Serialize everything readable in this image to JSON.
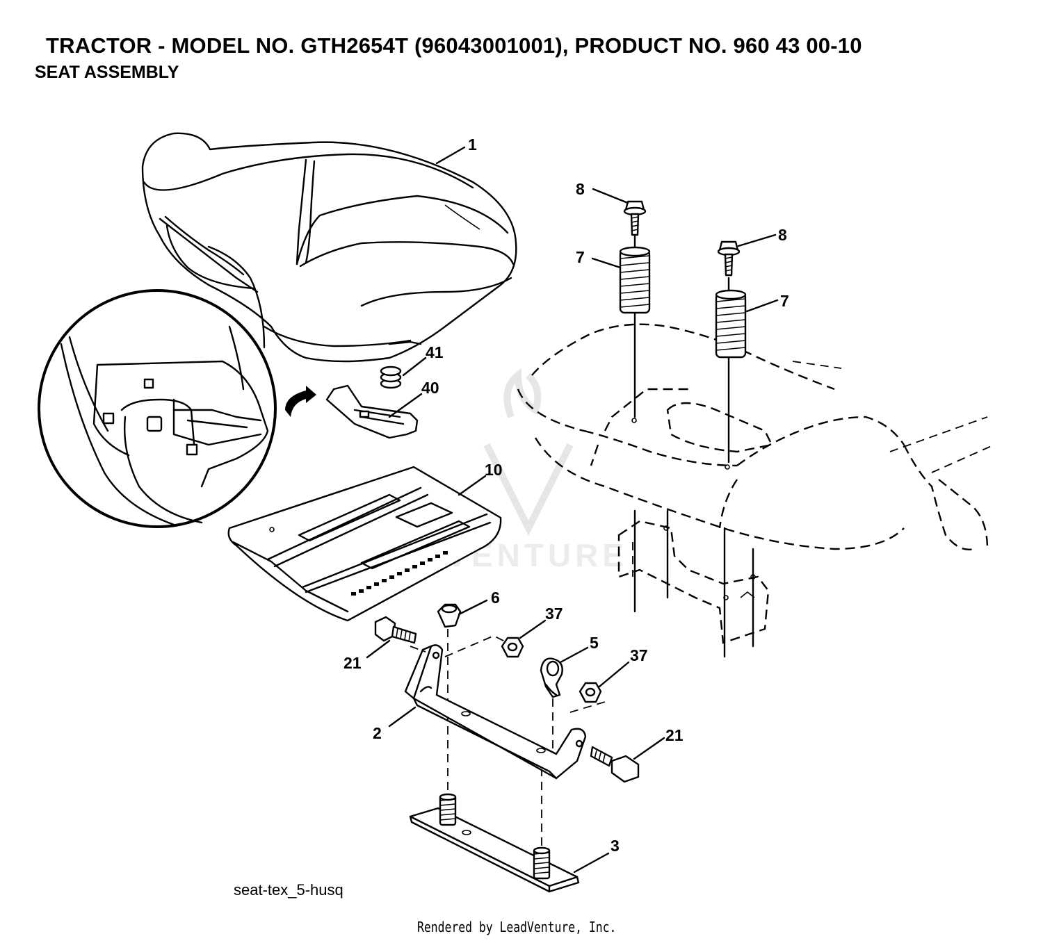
{
  "header": {
    "title": "TRACTOR - MODEL NO. GTH2654T (96043001001), PRODUCT NO. 960 43 00-10",
    "subtitle": "SEAT ASSEMBLY"
  },
  "diagram": {
    "code": "seat-tex_5-husq",
    "watermark": "LEADVENTURE",
    "callouts": [
      {
        "id": "c1",
        "label": "1"
      },
      {
        "id": "c8a",
        "label": "8"
      },
      {
        "id": "c8b",
        "label": "8"
      },
      {
        "id": "c7a",
        "label": "7"
      },
      {
        "id": "c7b",
        "label": "7"
      },
      {
        "id": "c41",
        "label": "41"
      },
      {
        "id": "c40",
        "label": "40"
      },
      {
        "id": "c10",
        "label": "10"
      },
      {
        "id": "c6",
        "label": "6"
      },
      {
        "id": "c37a",
        "label": "37"
      },
      {
        "id": "c21a",
        "label": "21"
      },
      {
        "id": "c5",
        "label": "5"
      },
      {
        "id": "c37b",
        "label": "37"
      },
      {
        "id": "c2",
        "label": "2"
      },
      {
        "id": "c21b",
        "label": "21"
      },
      {
        "id": "c3",
        "label": "3"
      }
    ]
  },
  "footer": {
    "credit": "Rendered by LeadVenture, Inc."
  }
}
